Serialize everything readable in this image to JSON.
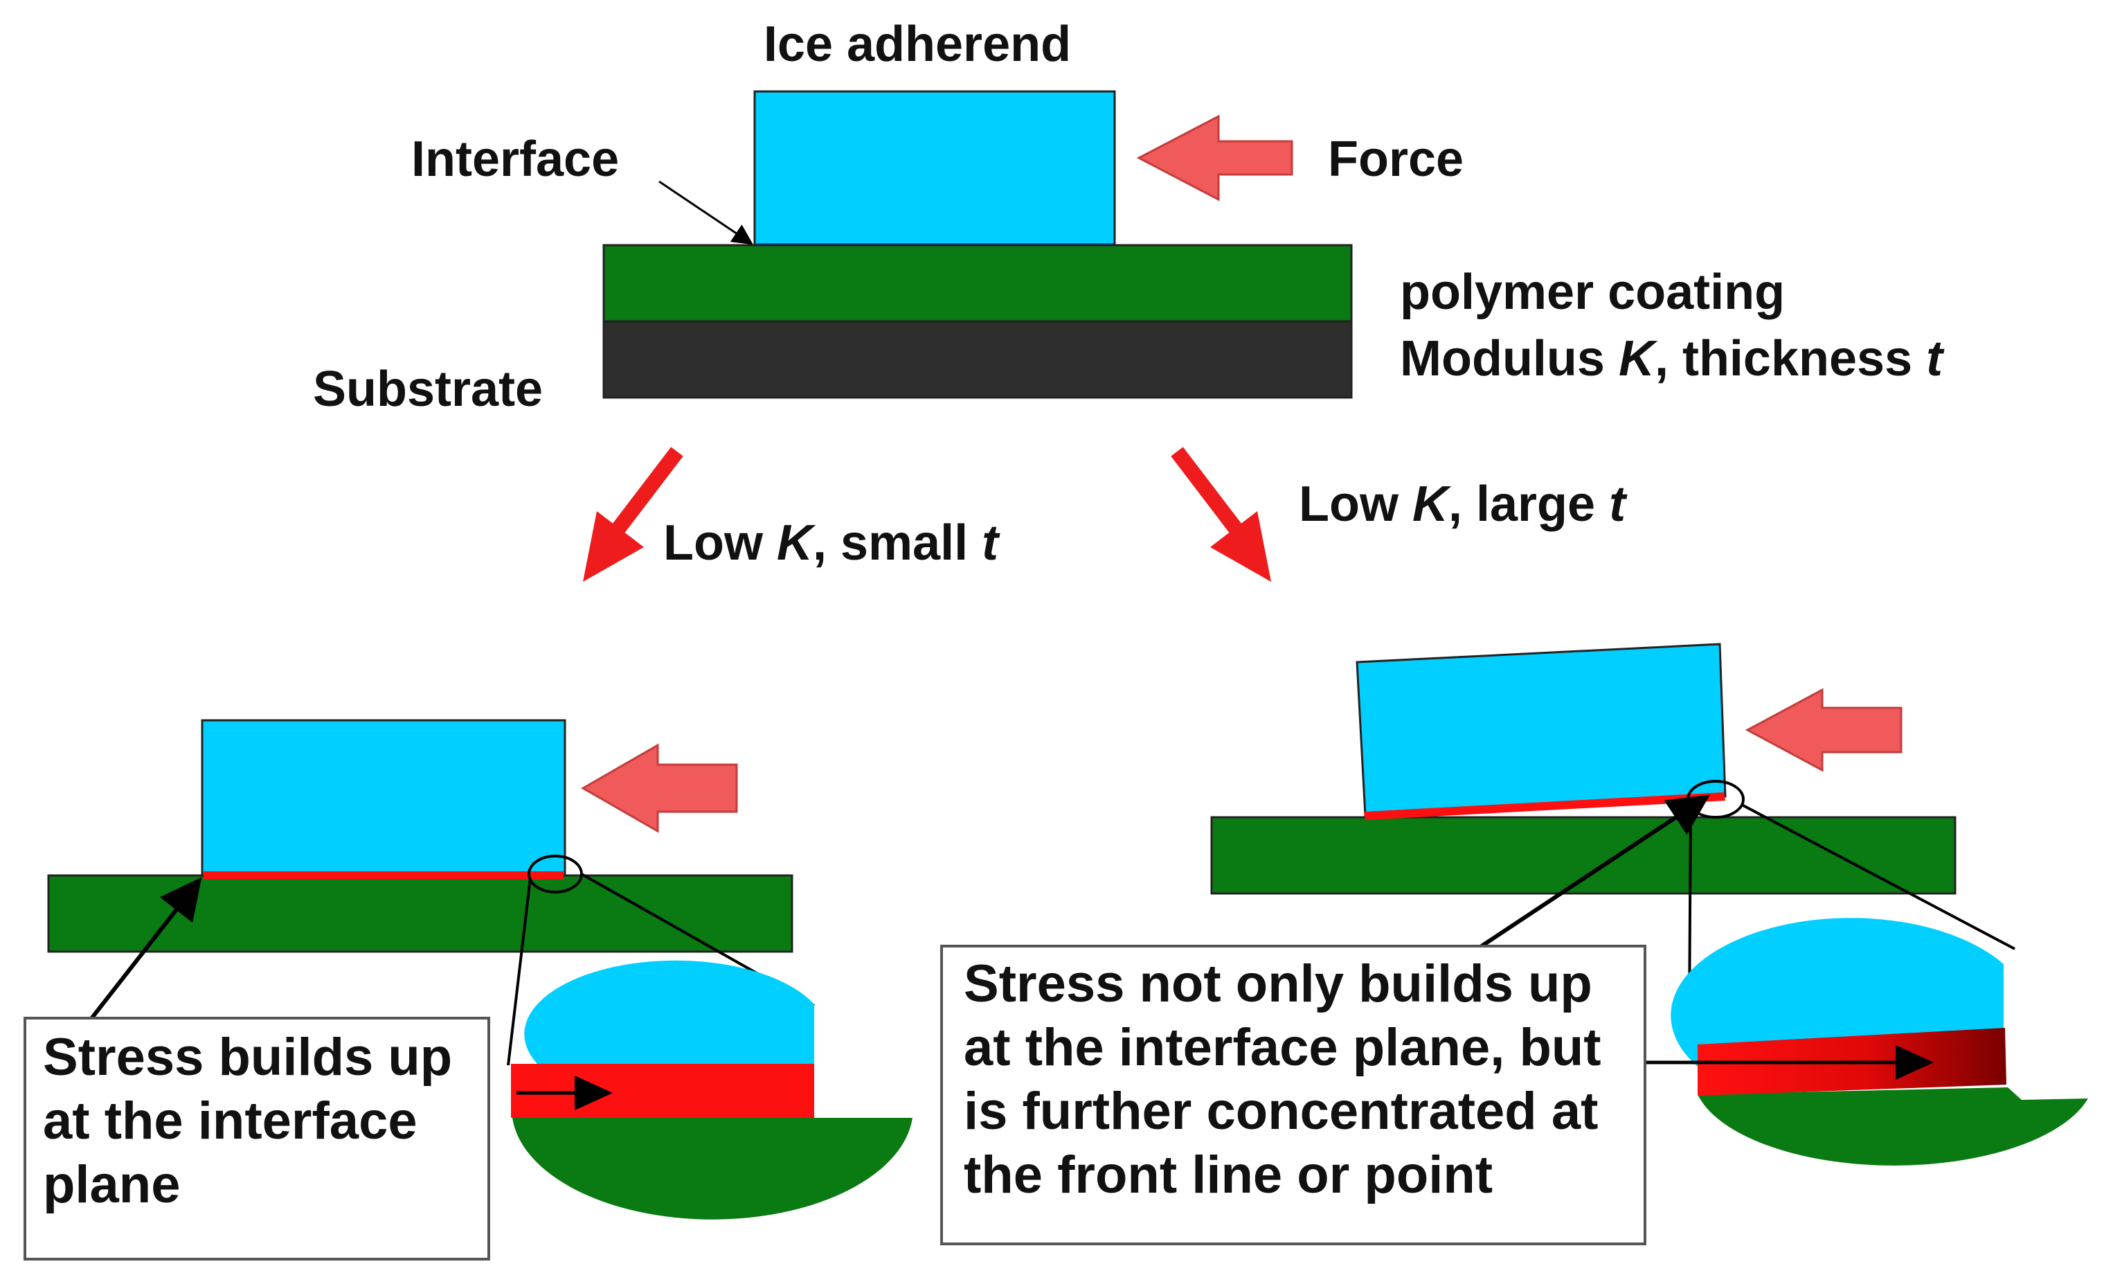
{
  "colors": {
    "ice": "#00cfff",
    "coating": "#0a7a12",
    "substrate": "#2e2e2e",
    "force_arrow": "#f05a5a",
    "direction_arrow": "#ee1c1c",
    "stress": "#ff1010",
    "stress_dark": "#8b0000"
  },
  "labels": {
    "ice_adherend": "Ice adherend",
    "interface": "Interface",
    "force": "Force",
    "substrate": "Substrate",
    "polymer_coating": "polymer coating",
    "modulus_line": {
      "prefix": "Modulus ",
      "k": "K",
      "middle": ", thickness ",
      "t": "t"
    },
    "branch_left": {
      "prefix": "Low ",
      "k": "K",
      "middle": ", small ",
      "t": "t"
    },
    "branch_right": {
      "prefix": "Low ",
      "k": "K",
      "middle": ", large ",
      "t": "t"
    }
  },
  "callouts": {
    "left": {
      "lines": [
        "Stress builds up",
        "at the interface",
        "plane"
      ]
    },
    "right": {
      "lines": [
        "Stress not only builds up",
        "at the interface plane, but",
        "is further concentrated at",
        "the front line or point"
      ]
    }
  },
  "icons": {
    "force_arrow": "left-block-arrow",
    "branch_arrow": "diagonal-arrow",
    "magnifier": "zoom-ellipse"
  }
}
